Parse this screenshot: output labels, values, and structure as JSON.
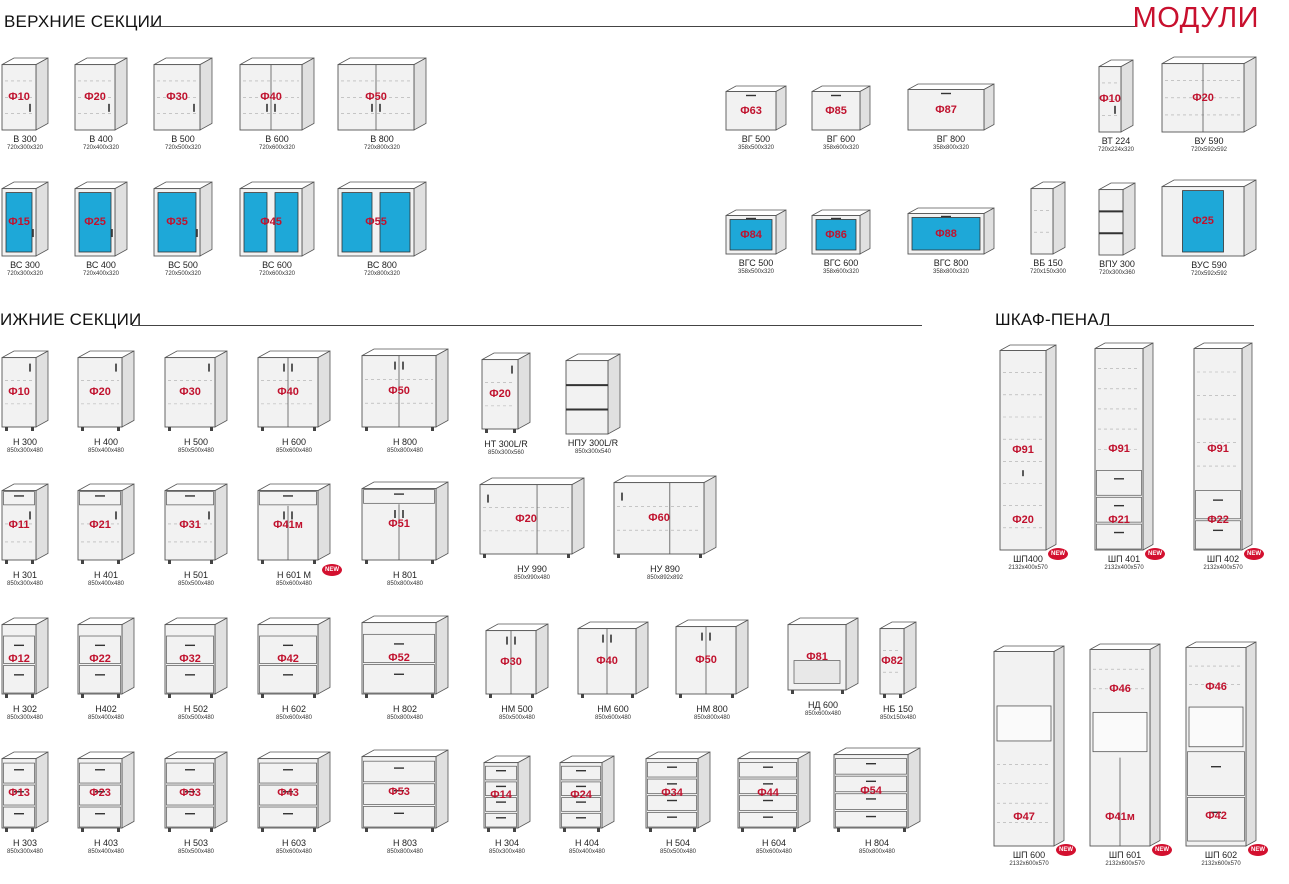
{
  "brand": "МОДУЛИ",
  "sections": {
    "upper": "ВЕРХНИЕ СЕКЦИИ",
    "lower": "ИЖНИЕ СЕКЦИИ",
    "tall": "ШКАФ-ПЕНАЛ"
  },
  "new_badge": "NEW",
  "modules": [
    {
      "name": "В 300",
      "dims": "720x300x320",
      "code": "Ф10",
      "kind": "wall"
    },
    {
      "name": "В 400",
      "dims": "720x400x320",
      "code": "Ф20",
      "kind": "wall"
    },
    {
      "name": "В 500",
      "dims": "720x500x320",
      "code": "Ф30",
      "kind": "wall"
    },
    {
      "name": "В 600",
      "dims": "720x600x320",
      "code": "Ф40",
      "kind": "wall2"
    },
    {
      "name": "В 800",
      "dims": "720x800x320",
      "code": "Ф50",
      "kind": "wall2"
    },
    {
      "name": "ВС 300",
      "dims": "720x300x320",
      "code": "Ф15",
      "kind": "wallglass"
    },
    {
      "name": "ВС 400",
      "dims": "720x400x320",
      "code": "Ф25",
      "kind": "wallglass"
    },
    {
      "name": "ВС 500",
      "dims": "720x500x320",
      "code": "Ф35",
      "kind": "wallglass"
    },
    {
      "name": "ВС 600",
      "dims": "720x600x320",
      "code": "Ф45",
      "kind": "wallglass2"
    },
    {
      "name": "ВС 800",
      "dims": "720x800x320",
      "code": "Ф55",
      "kind": "wallglass2"
    },
    {
      "name": "ВГ 500",
      "dims": "358x500x320",
      "code": "Ф63",
      "kind": "horiz"
    },
    {
      "name": "ВГ 600",
      "dims": "358x600x320",
      "code": "Ф85",
      "kind": "horiz"
    },
    {
      "name": "ВГ 800",
      "dims": "358x800x320",
      "code": "Ф87",
      "kind": "horiz"
    },
    {
      "name": "ВТ 224",
      "dims": "720x224x320",
      "code": "Ф10",
      "kind": "wall"
    },
    {
      "name": "ВУ 590",
      "dims": "720x592x592",
      "code": "Ф20",
      "kind": "corner"
    },
    {
      "name": "ВГС 500",
      "dims": "358x500x320",
      "code": "Ф84",
      "kind": "horizglass"
    },
    {
      "name": "ВГС 600",
      "dims": "358x600x320",
      "code": "Ф86",
      "kind": "horizglass"
    },
    {
      "name": "ВГС 800",
      "dims": "358x800x320",
      "code": "Ф88",
      "kind": "horizglass"
    },
    {
      "name": "ВБ 150",
      "dims": "720x150x300",
      "code": "",
      "kind": "endshelf"
    },
    {
      "name": "ВПУ 300",
      "dims": "720x300x360",
      "code": "",
      "kind": "openshelf"
    },
    {
      "name": "ВУС 590",
      "dims": "720x592x592",
      "code": "Ф25",
      "kind": "cornerglass"
    },
    {
      "name": "Н 300",
      "dims": "850x300x480",
      "code": "Ф10",
      "kind": "base"
    },
    {
      "name": "Н 400",
      "dims": "850x400x480",
      "code": "Ф20",
      "kind": "base"
    },
    {
      "name": "Н 500",
      "dims": "850x500x480",
      "code": "Ф30",
      "kind": "base"
    },
    {
      "name": "Н 600",
      "dims": "850x600x480",
      "code": "Ф40",
      "kind": "base2"
    },
    {
      "name": "Н 800",
      "dims": "850x800x480",
      "code": "Ф50",
      "kind": "base2"
    },
    {
      "name": "НТ 300L/R",
      "dims": "850x300x560",
      "code": "Ф20",
      "kind": "base"
    },
    {
      "name": "НПУ 300L/R",
      "dims": "850x300x540",
      "code": "",
      "kind": "openshelf"
    },
    {
      "name": "Н 301",
      "dims": "850x300x480",
      "code": "Ф11",
      "kind": "basedrawer"
    },
    {
      "name": "Н 401",
      "dims": "850x400x480",
      "code": "Ф21",
      "kind": "basedrawer"
    },
    {
      "name": "Н 501",
      "dims": "850x500x480",
      "code": "Ф31",
      "kind": "basedrawer"
    },
    {
      "name": "Н 601 М",
      "dims": "850x600x480",
      "code": "Ф41м",
      "kind": "basedrawer2",
      "new": true
    },
    {
      "name": "Н 801",
      "dims": "850x800x480",
      "code": "Ф51",
      "kind": "basedrawer2"
    },
    {
      "name": "НУ 990",
      "dims": "850x990x480",
      "code": "Ф20",
      "kind": "cornerbase"
    },
    {
      "name": "НУ 890",
      "dims": "850x892x892",
      "code": "Ф60",
      "kind": "cornerbase"
    },
    {
      "name": "Н 302",
      "dims": "850x300x480",
      "code": "Ф12",
      "kind": "base2drawer"
    },
    {
      "name": "Н402",
      "dims": "850x400x480",
      "code": "Ф22",
      "kind": "base2drawer"
    },
    {
      "name": "Н 502",
      "dims": "850x500x480",
      "code": "Ф32",
      "kind": "base2drawer"
    },
    {
      "name": "Н 602",
      "dims": "850x600x480",
      "code": "Ф42",
      "kind": "base2drawer"
    },
    {
      "name": "Н 802",
      "dims": "850x800x480",
      "code": "Ф52",
      "kind": "base2drawer"
    },
    {
      "name": "НМ 500",
      "dims": "850x500x480",
      "code": "Ф30",
      "kind": "sink"
    },
    {
      "name": "НМ 600",
      "dims": "850x600x480",
      "code": "Ф40",
      "kind": "sink"
    },
    {
      "name": "НМ 800",
      "dims": "850x800x480",
      "code": "Ф50",
      "kind": "sink"
    },
    {
      "name": "НД 600",
      "dims": "850x600x480",
      "code": "Ф81",
      "kind": "dish"
    },
    {
      "name": "НБ 150",
      "dims": "850x150x480",
      "code": "Ф82",
      "kind": "narrow"
    },
    {
      "name": "Н 303",
      "dims": "850x300x480",
      "code": "Ф13",
      "kind": "base3drawer"
    },
    {
      "name": "Н 403",
      "dims": "850x400x480",
      "code": "Ф23",
      "kind": "base3drawer"
    },
    {
      "name": "Н 503",
      "dims": "850x500x480",
      "code": "Ф33",
      "kind": "base3drawer"
    },
    {
      "name": "Н 603",
      "dims": "850x600x480",
      "code": "Ф43",
      "kind": "base3drawer"
    },
    {
      "name": "Н 803",
      "dims": "850x800x480",
      "code": "Ф53",
      "kind": "base3drawer"
    },
    {
      "name": "Н 304",
      "dims": "850x300x480",
      "code": "Ф14",
      "kind": "base4drawer"
    },
    {
      "name": "Н 404",
      "dims": "850x400x480",
      "code": "Ф24",
      "kind": "base4drawer"
    },
    {
      "name": "Н 504",
      "dims": "850x500x480",
      "code": "Ф34",
      "kind": "base4drawer"
    },
    {
      "name": "Н 604",
      "dims": "850x600x480",
      "code": "Ф44",
      "kind": "base4drawer"
    },
    {
      "name": "Н 804",
      "dims": "850x800x480",
      "code": "Ф54",
      "kind": "base4drawer"
    },
    {
      "name": "ШП400",
      "dims": "2132x400x570",
      "code": "Ф91",
      "code2": "Ф20",
      "kind": "tall",
      "new": true
    },
    {
      "name": "ШП 401",
      "dims": "2132x400x570",
      "code": "Ф91",
      "code2": "Ф21",
      "kind": "talldrawer",
      "new": true
    },
    {
      "name": "ШП 402",
      "dims": "2132x400x570",
      "code": "Ф91",
      "code2": "Ф22",
      "kind": "tall2drawer",
      "new": true
    },
    {
      "name": "ШП 600",
      "dims": "2132x600x570",
      "code": "",
      "code2": "Ф47",
      "kind": "tallwide",
      "new": true
    },
    {
      "name": "ШП 601",
      "dims": "2132x600x570",
      "code": "Ф46",
      "code2": "Ф41м",
      "kind": "tallwideniche",
      "new": true
    },
    {
      "name": "ШП 602",
      "dims": "2132x600x570",
      "code": "Ф46",
      "code2": "Ф42",
      "kind": "tallwideniche2",
      "new": true
    }
  ]
}
